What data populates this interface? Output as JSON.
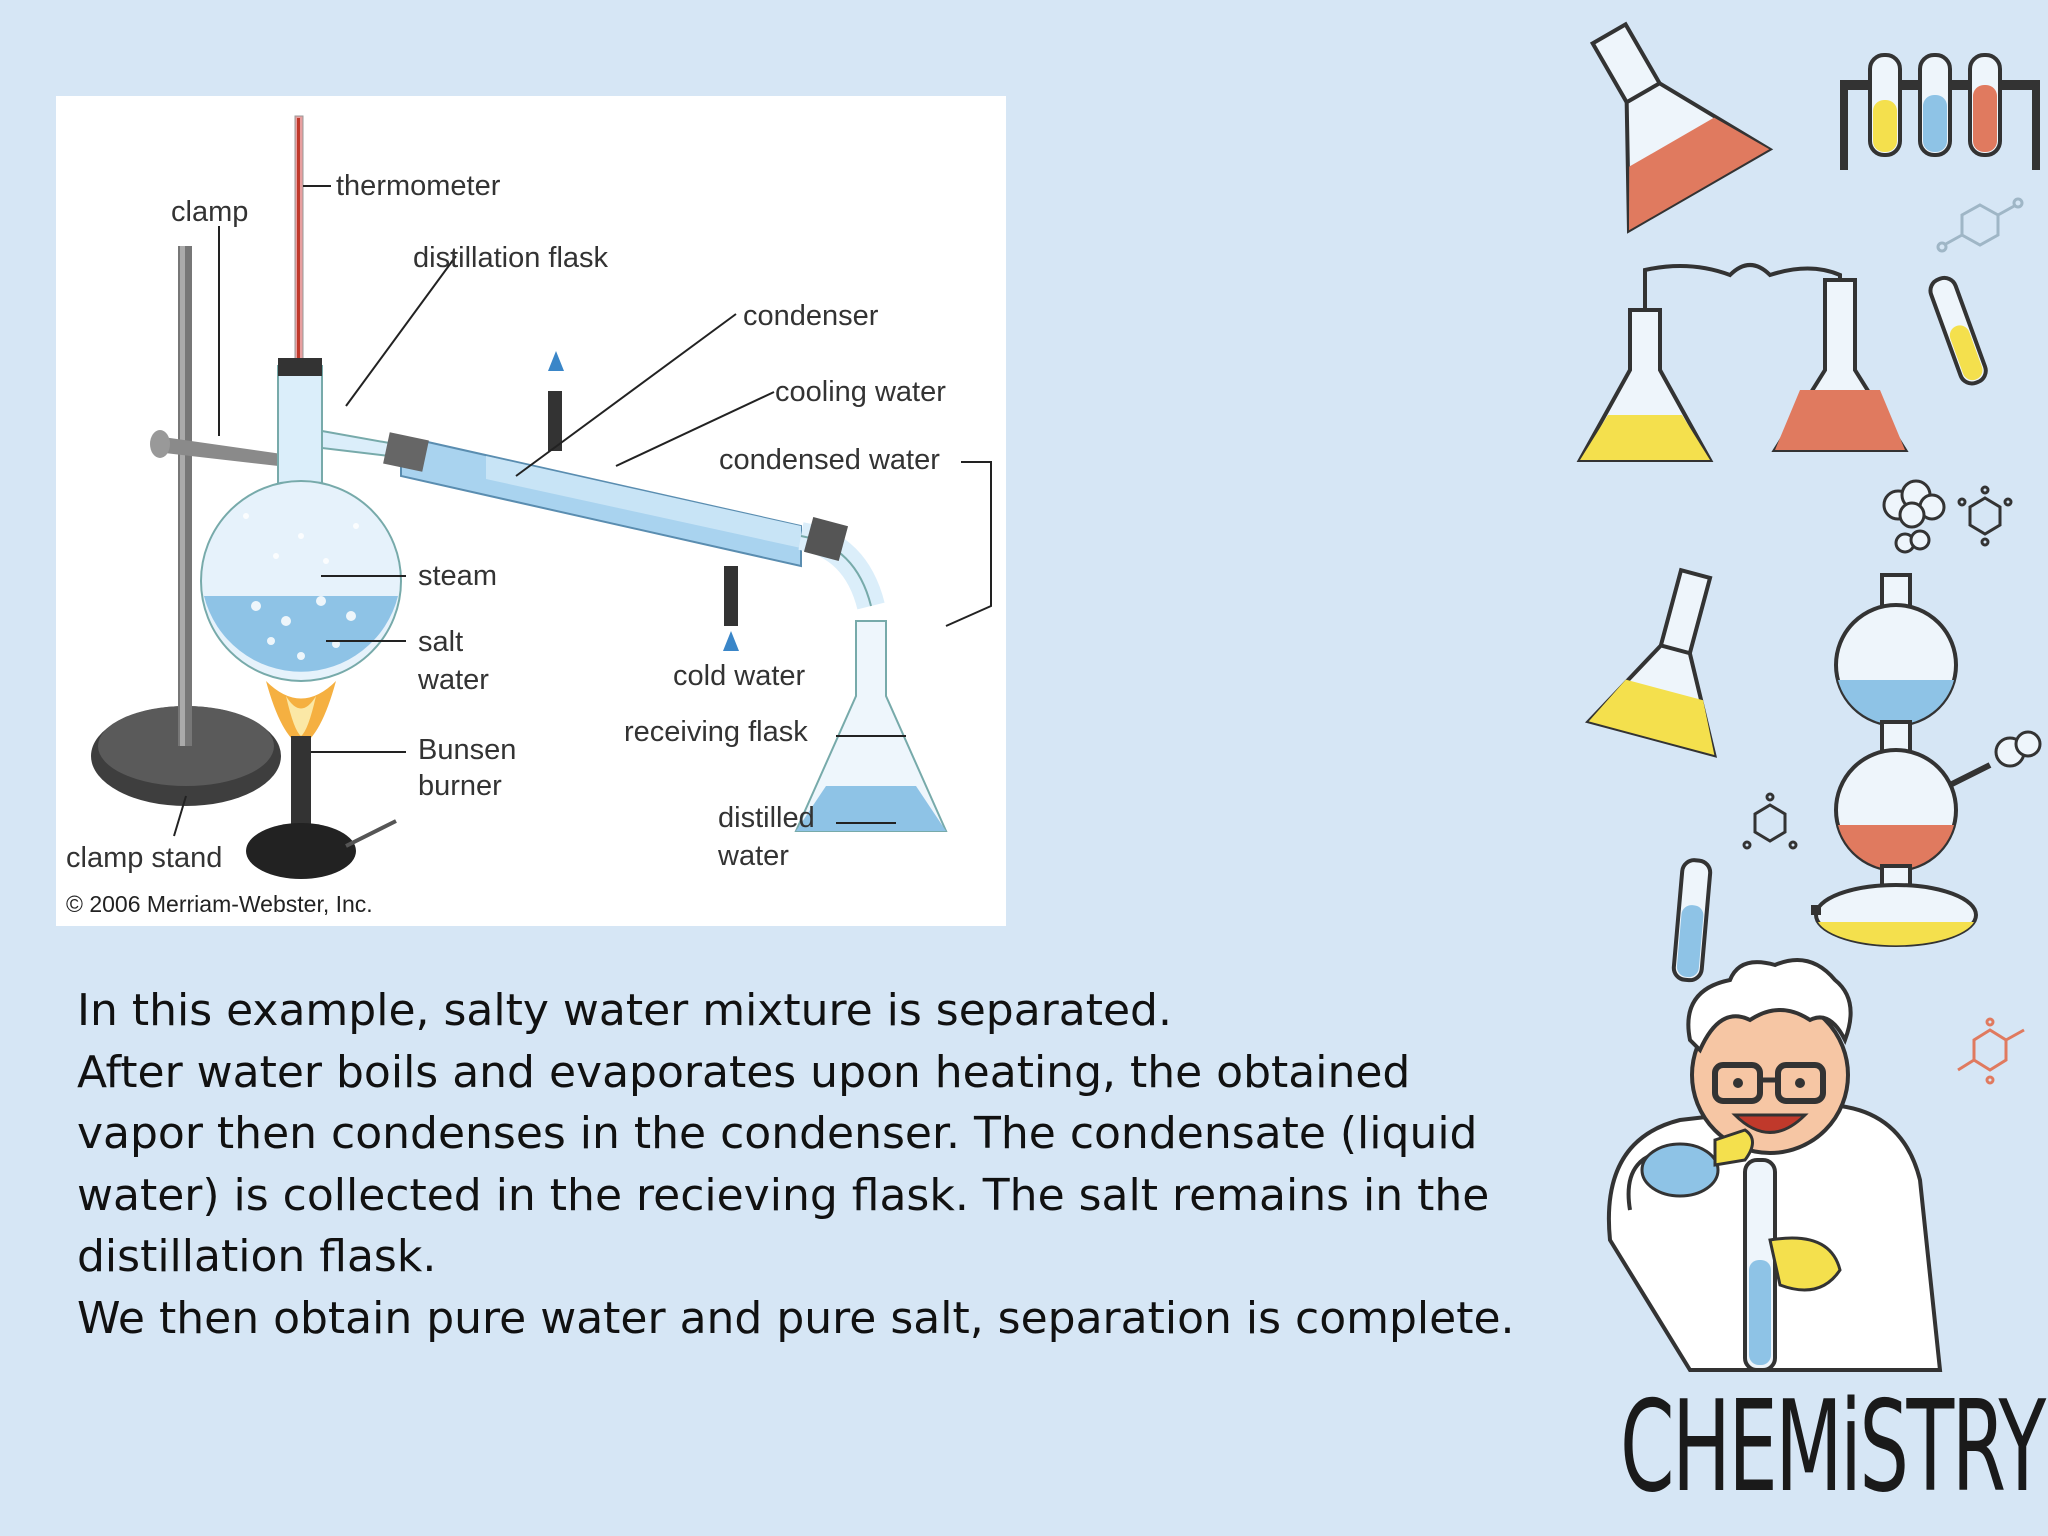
{
  "diagram": {
    "labels": {
      "thermometer": "thermometer",
      "clamp": "clamp",
      "distillation_flask": "distillation flask",
      "condenser": "condenser",
      "cooling_water": "cooling water",
      "condensed_water": "condensed water",
      "steam": "steam",
      "salt": "salt",
      "water": "water",
      "cold_water": "cold water",
      "receiving_flask": "receiving flask",
      "bunsen": "Bunsen",
      "burner": "burner",
      "distilled": "distilled",
      "distilled_water": "water",
      "clamp_stand": "clamp stand"
    },
    "copyright": "© 2006 Merriam-Webster, Inc."
  },
  "body_text": {
    "line1": "In this example, salty water mixture is separated.",
    "line2": "After water boils and evaporates upon heating, the obtained vapor then condenses in the condenser. The condensate (liquid water) is collected in the recieving flask. The salt remains in the distillation flask.",
    "line3": "We then obtain pure water and pure salt, separation is complete."
  },
  "decoration": {
    "title": "CHEMiSTRY"
  },
  "colors": {
    "background": "#d6e6f5",
    "liquid_blue": "#8ec3e6",
    "liquid_red": "#e07a5f",
    "liquid_yellow": "#f4e04d"
  }
}
